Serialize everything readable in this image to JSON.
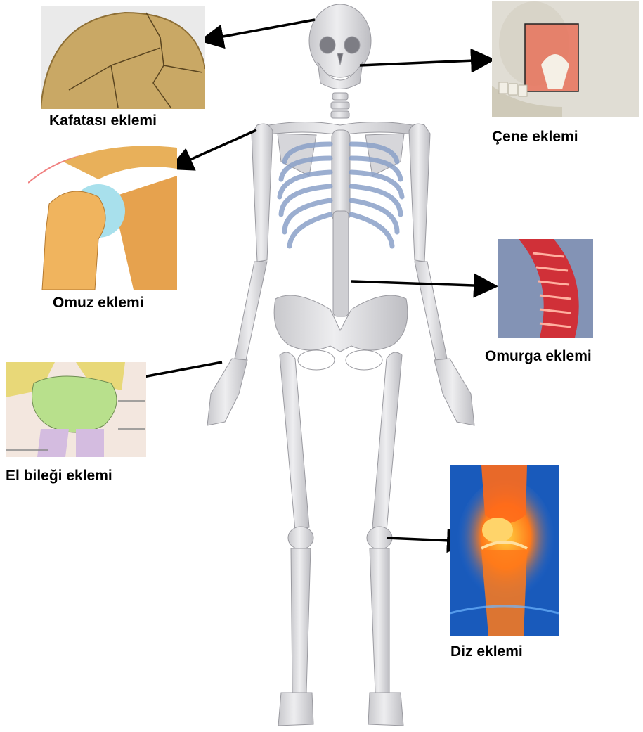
{
  "labels": {
    "skull": "Kafatası eklemi",
    "jaw": "Çene eklemi",
    "shoulder": "Omuz eklemi",
    "spine": "Omurga eklemi",
    "wrist": "El bileği eklemi",
    "knee": "Diz eklemi"
  },
  "colors": {
    "bone": "#e4e4e6",
    "bone_shade": "#b9b9bd",
    "arrow": "#000000",
    "skull_panel": "#c9a865",
    "jaw_highlight": "#e8725a",
    "shoulder_panel": "#e3a050",
    "spine_highlight": "#d8262a",
    "wrist_bones": "#b8e08c",
    "knee_background": "#1f6bd6",
    "knee_glow": "#ff7a1a"
  },
  "icons": [
    "skeleton-figure",
    "skull-joint-image",
    "jaw-joint-image",
    "shoulder-joint-image",
    "spine-joint-image",
    "wrist-joint-image",
    "knee-joint-image"
  ]
}
